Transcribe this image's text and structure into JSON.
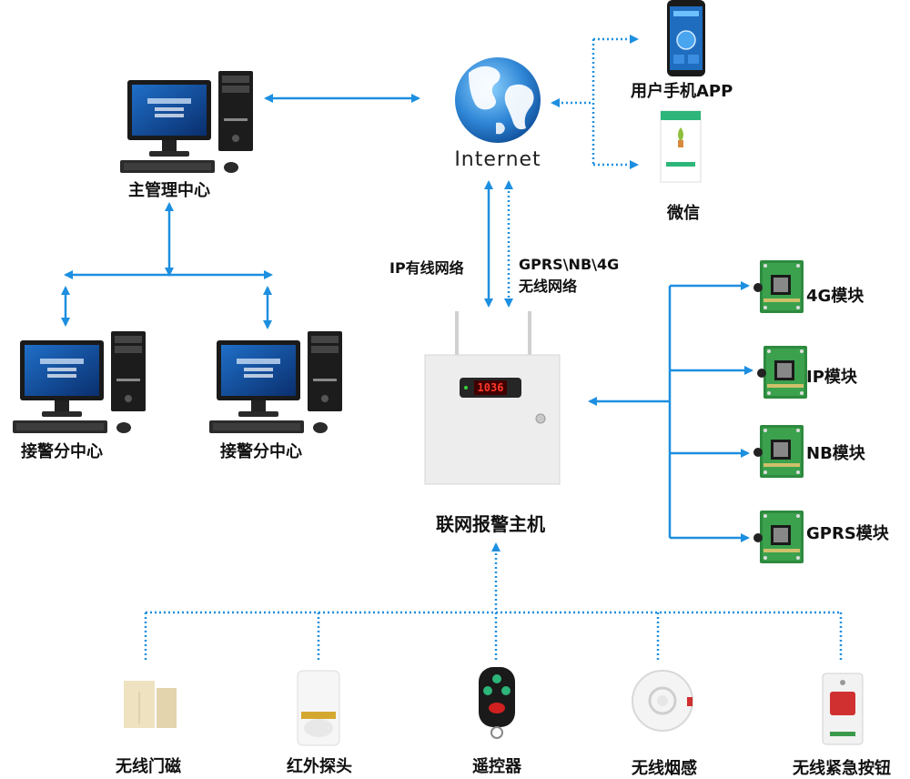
{
  "nodes": {
    "internet": "Internet",
    "main_center": "主管理中心",
    "sub_center_1": "接警分中心",
    "sub_center_2": "接警分中心",
    "app": "用户手机APP",
    "wechat": "微信",
    "host": "联网报警主机",
    "host_display": "1036",
    "modules": [
      "4G模块",
      "IP模块",
      "NB模块",
      "GPRS模块"
    ],
    "sensors": [
      "无线门磁",
      "红外探头",
      "遥控器",
      "无线烟感",
      "无线紧急按钮"
    ]
  },
  "links": {
    "wired": "IP有线网络",
    "wireless_line1": "GPRS\\NB\\4G",
    "wireless_line2": "无线网络"
  },
  "colors": {
    "arrow": "#1d8fe0",
    "label": "#111111"
  }
}
